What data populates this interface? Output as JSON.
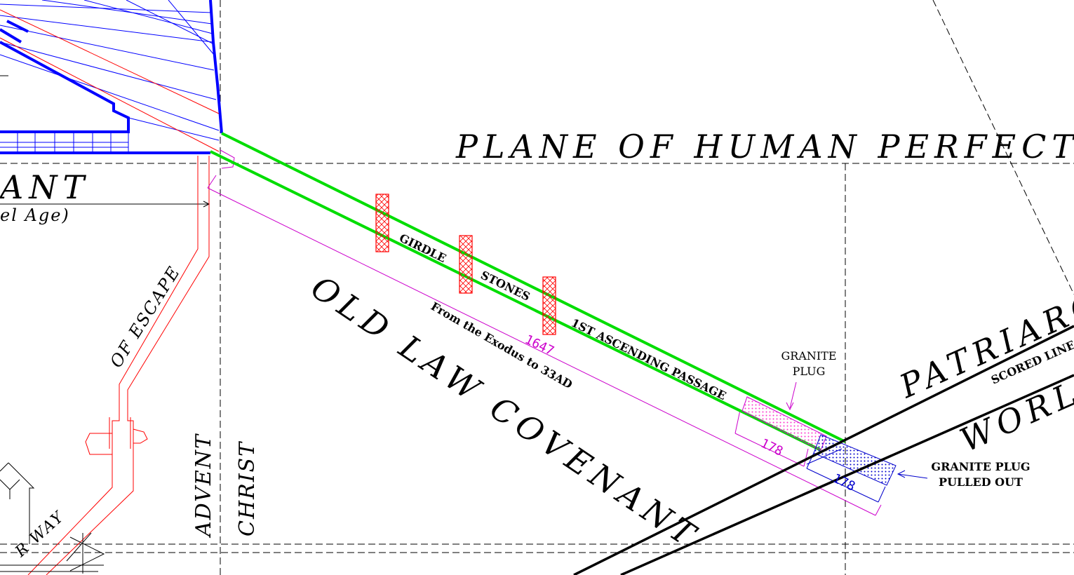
{
  "colors": {
    "passage": "#00dd00",
    "masonry": "#0000ff",
    "escape": "#ff0000",
    "dimension": "#cc00cc",
    "outline": "#000000"
  },
  "labels": {
    "plane": "PLANE OF HUMAN PERFECTION",
    "old_law": "OLD LAW COVENANT",
    "advent": "ADVENT",
    "christ": "CHRIST",
    "patriarch": "PATRIARCH",
    "world": "WORLD",
    "covenant_fragment": "ANT",
    "gospel_age_fragment": "el  Age)",
    "of_escape": "OF  ESCAPE",
    "way_fragment": "R  WAY",
    "girdle": "GIRDLE",
    "stones": "STONES",
    "first_ascending": "1ST  ASCENDING  PASSAGE",
    "exodus": "From  the  Exodus  to  33AD",
    "granite_plug_line1": "GRANITE",
    "granite_plug_line2": "PLUG",
    "pulled_out_line1": "GRANITE  PLUG",
    "pulled_out_line2": "PULLED  OUT",
    "scored_line": "SCORED  LINE",
    "dim_1647": "1647",
    "dim_178_a": "178",
    "dim_178_b": "178"
  }
}
